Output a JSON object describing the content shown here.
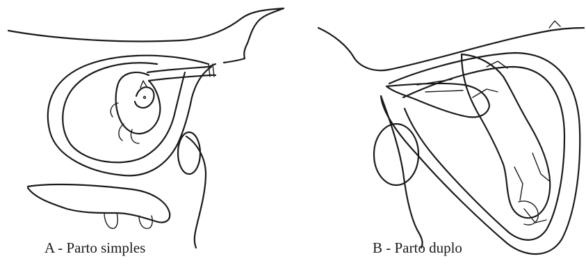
{
  "panels": [
    {
      "caption": "A - Parto simples",
      "figure": "uterus-single-fetus-illustration"
    },
    {
      "caption": "B - Parto duplo",
      "figure": "uterus-twin-fetuses-illustration"
    }
  ],
  "colors": {
    "ink": "#1a1a1a",
    "background": "#ffffff"
  }
}
